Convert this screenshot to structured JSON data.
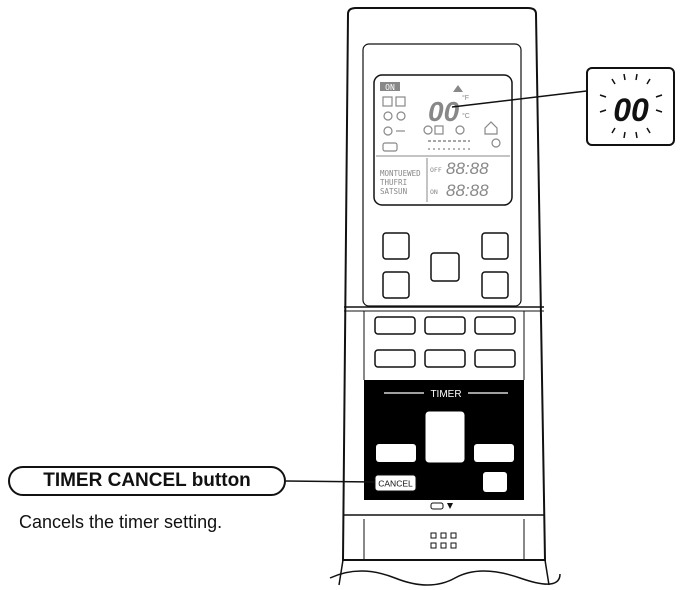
{
  "callout": {
    "label": "TIMER CANCEL button",
    "description": "Cancels the timer setting."
  },
  "remote": {
    "timer_section_label": "TIMER",
    "cancel_button_label": "CANCEL",
    "display": {
      "on_indicator": "ON",
      "main_digits": "00",
      "unit_f": "°F",
      "unit_c": "°C",
      "days_line1": "MONTUEWED",
      "days_line2": "THUFRI",
      "days_line3": "SATSUN",
      "off_label": "OFF",
      "on_label": "ON",
      "timer_off_digits": "88:88",
      "timer_on_digits": "88:88"
    }
  },
  "zoom_inset": {
    "digits": "00"
  },
  "colors": {
    "line": "#111111",
    "lcd_segment": "#888888",
    "timer_panel": "#000000"
  }
}
